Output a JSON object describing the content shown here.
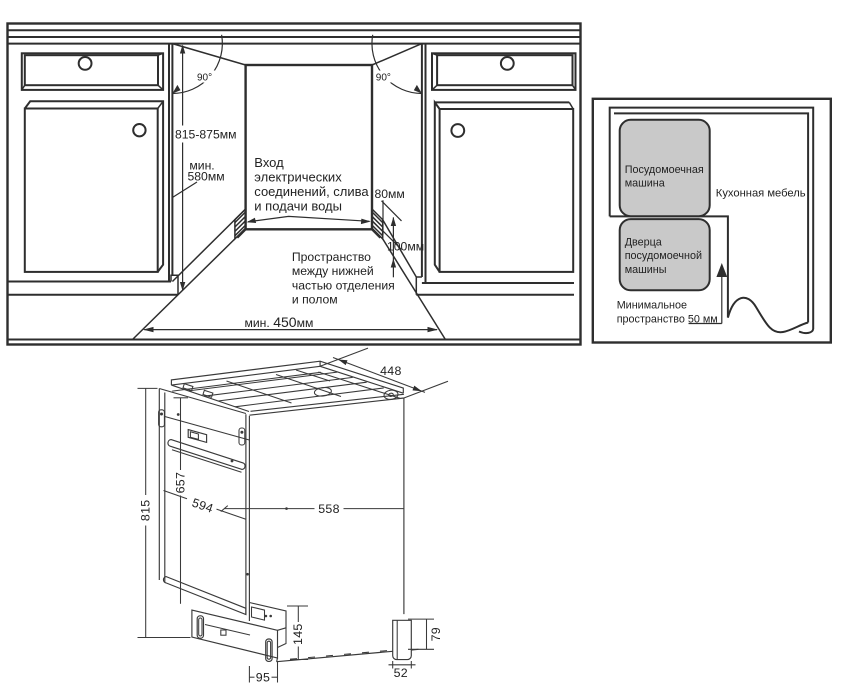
{
  "page": {
    "background": "#ffffff",
    "line_color": "#2e2e2e"
  },
  "niche_diagram": {
    "angle_left": "90°",
    "angle_right": "90°",
    "dim_height": "815-875мм",
    "dim_width_line1": "мин.",
    "dim_width_line2": "580мм",
    "inlet_note_line1": "Вход",
    "inlet_note_line2": "электрических",
    "inlet_note_line3": "соединений, слива",
    "inlet_note_line4": "и подачи воды",
    "dim_plinth_depth": "80мм",
    "dim_plinth_height": "100мм",
    "floor_note_line1": "Пространство",
    "floor_note_line2": "между нижней",
    "floor_note_line3": "частью отделения",
    "floor_note_line4": "и полом",
    "dim_bottom_prefix": "мин. ",
    "dim_bottom_value": "450",
    "dim_bottom_suffix": "мм"
  },
  "side_diagram": {
    "machine_label_line1": "Посудомоечная",
    "machine_label_line2": "машина",
    "furniture_label": "Кухонная мебель",
    "door_label_line1": "Дверца",
    "door_label_line2": "посудомоечной",
    "door_label_line3": "машины",
    "min_space_line1": "Минимальное",
    "min_space_line2_prefix": "пространство ",
    "min_space_value": "50 мм",
    "box_fill": "#c9c9c9"
  },
  "dimension_drawing": {
    "width": "448",
    "height": "815",
    "door_height": "657",
    "door_width": "594",
    "depth": "558",
    "base_height": "145",
    "base_offset": "95",
    "rear_foot_width": "52",
    "rear_foot_height": "79"
  }
}
